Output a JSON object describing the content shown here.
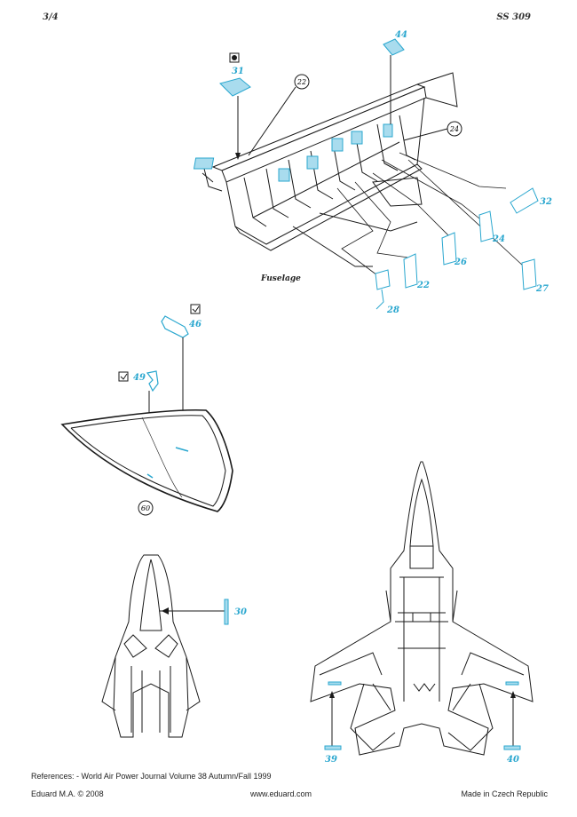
{
  "header": {
    "page": "3/4",
    "set_code": "SS 309"
  },
  "section_label": "Fuselage",
  "part_numbers": {
    "p31": "31",
    "p44": "44",
    "p22": "22",
    "p24": "24",
    "p32": "32",
    "p24b": "24",
    "p26": "26",
    "p22b": "22",
    "p27": "27",
    "p28": "28",
    "p46": "46",
    "p49": "49",
    "p60": "60",
    "p30": "30",
    "p39": "39",
    "p40": "40"
  },
  "references": "References: - World Air Power Journal Volume 38 Autumn/Fall 1999",
  "footer": {
    "publisher": "Eduard M.A. © 2008",
    "website": "www.eduard.com",
    "origin": "Made in Czech Republic"
  },
  "colors": {
    "etch_part": "#2aa7cf",
    "line": "#1a1a1a"
  }
}
